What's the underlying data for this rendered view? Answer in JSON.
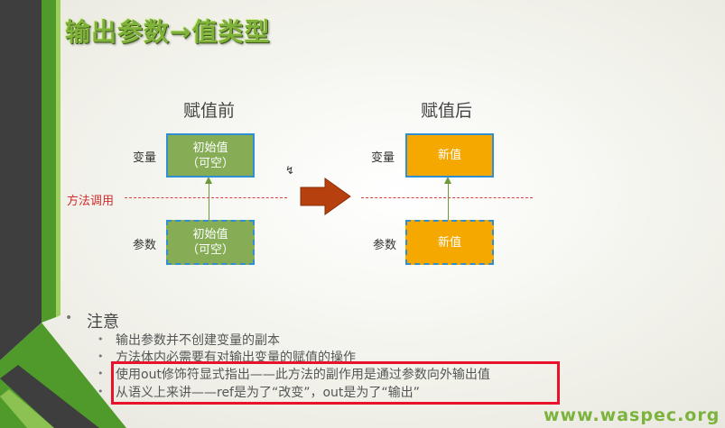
{
  "title": "输出参数→值类型",
  "before": {
    "heading": "赋值前",
    "var_label": "变量",
    "param_label": "参数",
    "var_box": {
      "line1": "初始值",
      "line2": "（可空）"
    },
    "param_box": {
      "line1": "初始值",
      "line2": "（可空）"
    }
  },
  "after": {
    "heading": "赋值后",
    "var_label": "变量",
    "param_label": "参数",
    "var_box": "新值",
    "param_box": "新值"
  },
  "method_call_label": "方法调用",
  "notes": {
    "title": "注意",
    "items": [
      "输出参数并不创建变量的副本",
      "方法体内必需要有对输出变量的赋值的操作",
      "使用out修饰符显式指出——此方法的副作用是通过参数向外输出值",
      "从语义上来讲——ref是为了“改变”，out是为了“输出”"
    ]
  },
  "watermark": "www.waspec.org",
  "colors": {
    "green_box": "#86ad56",
    "orange_box": "#f5a800",
    "box_border": "#2f8fd0",
    "arrow": "#b7410e",
    "highlight": "#e8132a"
  }
}
